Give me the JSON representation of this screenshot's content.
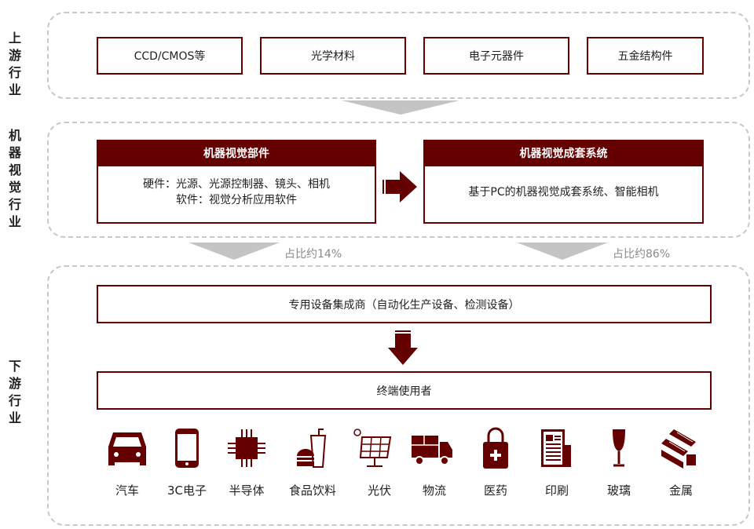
{
  "sections": {
    "upstream": "上游行业",
    "machine_vision": "机器视觉行业",
    "downstream": "下游行业"
  },
  "upstream_items": [
    "CCD/CMOS等",
    "光学材料",
    "电子元器件",
    "五金结构件"
  ],
  "components": {
    "title": "机器视觉部件",
    "hardware": "硬件：光源、光源控制器、镜头、相机",
    "software": "软件：视觉分析应用软件"
  },
  "systems": {
    "title": "机器视觉成套系统",
    "desc": "基于PC的机器视觉成套系统、智能相机"
  },
  "shares": {
    "components": "占比约14%",
    "systems": "占比约86%"
  },
  "integrator": "专用设备集成商（自动化生产设备、检测设备）",
  "end_user": "终端使用者",
  "applications": [
    {
      "label": "汽车",
      "icon": "car-icon"
    },
    {
      "label": "3C电子",
      "icon": "smartphone-icon"
    },
    {
      "label": "半导体",
      "icon": "chip-icon"
    },
    {
      "label": "食品饮料",
      "icon": "food-drink-icon"
    },
    {
      "label": "光伏",
      "icon": "solar-panel-icon"
    },
    {
      "label": "物流",
      "icon": "truck-icon"
    },
    {
      "label": "医药",
      "icon": "medicine-bag-icon"
    },
    {
      "label": "印刷",
      "icon": "newspaper-icon"
    },
    {
      "label": "玻璃",
      "icon": "wine-glass-icon"
    },
    {
      "label": "金属",
      "icon": "metal-bars-icon"
    }
  ],
  "colors": {
    "accent": "#650000",
    "gray": "#c4c4c4"
  }
}
